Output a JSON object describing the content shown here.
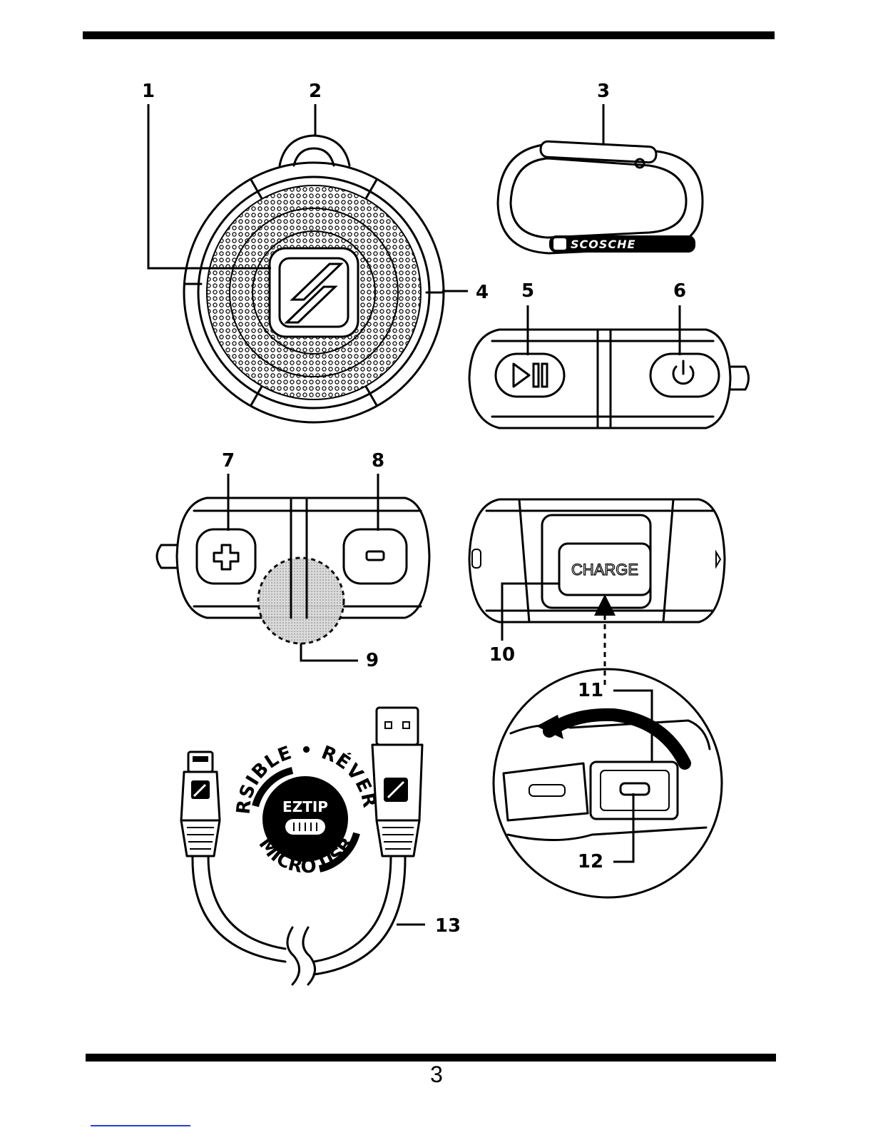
{
  "callouts": {
    "c1": "1",
    "c2": "2",
    "c3": "3",
    "c4": "4",
    "c5": "5",
    "c6": "6",
    "c7": "7",
    "c8": "8",
    "c9": "9",
    "c10": "10",
    "c11": "11",
    "c12": "12",
    "c13": "13"
  },
  "product_text": {
    "brand": "SCOSCHE",
    "charge": "CHARGE"
  },
  "eztip_badge": {
    "top_arc": "REVERSIBLE • RÉVERSIBLE",
    "center": "EZTIP",
    "bottom_arc": "MICRO USB"
  },
  "page_number": "3"
}
